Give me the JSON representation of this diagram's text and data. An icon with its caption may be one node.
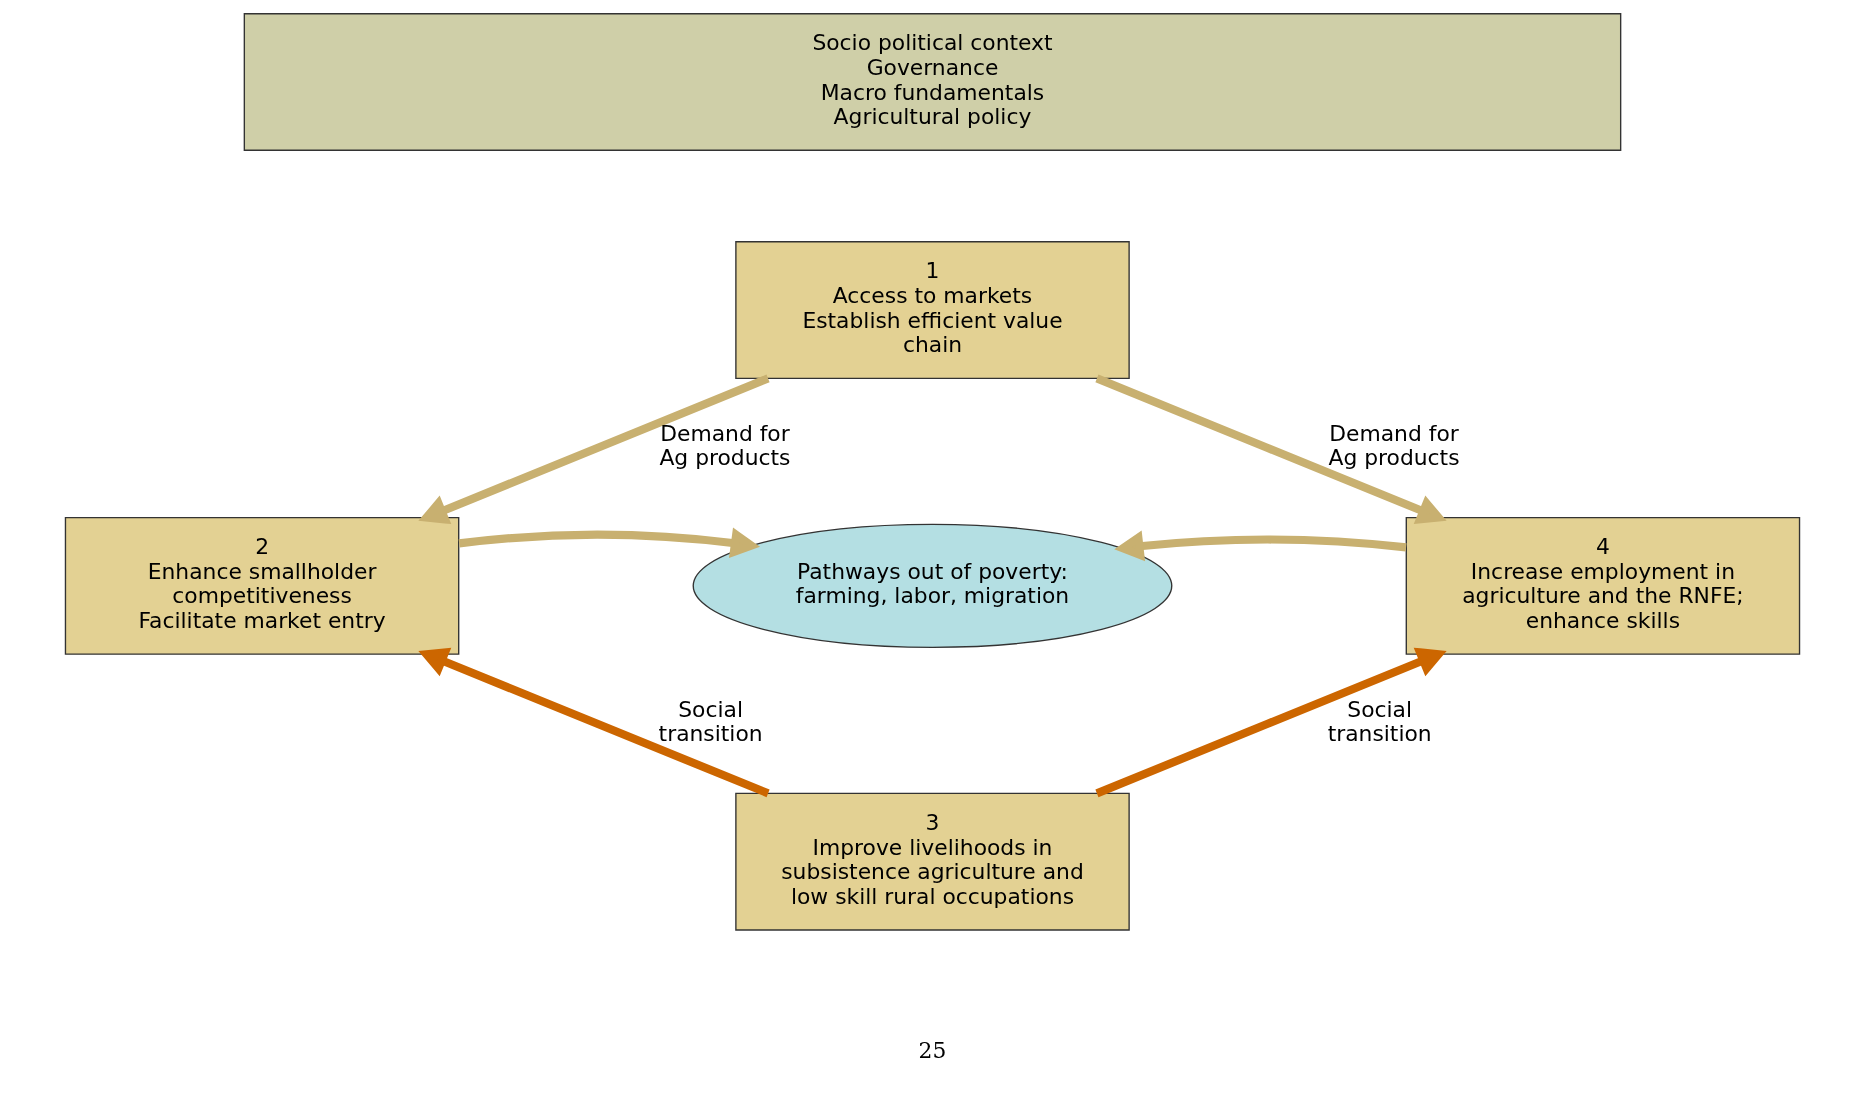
{
  "diagram": {
    "nodes": [
      {
        "text": [
          "Socio political context",
          "Governance",
          "Macro fundamentals",
          "Agricultural policy"
        ]
      },
      {
        "text": [
          "1",
          "Access to markets",
          "Establish efficient value chain"
        ]
      },
      {
        "text": [
          "2",
          "Enhance smallholder competitiveness",
          "Facilitate market entry"
        ]
      },
      {
        "text": [
          "Pathways out of poverty: farming, labor, migration"
        ]
      },
      {
        "text": [
          "4",
          "Increase employment in agriculture and the RNFE; enhance skills"
        ]
      },
      {
        "text": [
          "3",
          "Improve livelihoods in subsistence agriculture and low skill rural occupations"
        ]
      }
    ],
    "edges": [
      {
        "from": 1,
        "to": 2,
        "arrow": "to",
        "label": "Demand for Ag products"
      },
      {
        "from": 1,
        "to": 4,
        "arrow": "to",
        "label": "Demand for Ag products"
      },
      {
        "from": 2,
        "to": 3,
        "arrow": "to"
      },
      {
        "from": 4,
        "to": 3,
        "arrow": "to"
      },
      {
        "from": 5,
        "to": 2,
        "arrow": "to",
        "label": "Social transition",
        "color": "#cc6600"
      },
      {
        "from": 5,
        "to": 4,
        "arrow": "to",
        "label": "Social transition",
        "color": "#cc6600"
      }
    ],
    "labels": [
      "25"
    ]
  }
}
